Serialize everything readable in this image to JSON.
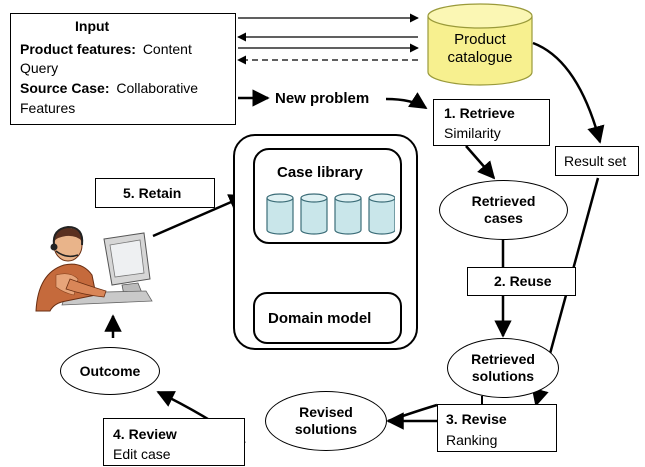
{
  "input_box": {
    "title": "Input",
    "product_features_label": "Product features:",
    "product_features_value": "Content",
    "query": "Query",
    "source_case_label": "Source Case:",
    "source_case_value": "Collaborative",
    "features": "Features"
  },
  "product_catalogue": {
    "line1": "Product",
    "line2": "catalogue"
  },
  "new_problem": "New problem",
  "retrieve": {
    "title": "1. Retrieve",
    "subtitle": "Similarity"
  },
  "result_set": "Result set",
  "retrieved_cases": {
    "line1": "Retrieved",
    "line2": "cases"
  },
  "reuse": "2. Reuse",
  "retrieved_solutions": {
    "line1": "Retrieved",
    "line2": "solutions"
  },
  "revise": {
    "title": "3. Revise",
    "subtitle": "Ranking"
  },
  "revised_solutions": {
    "line1": "Revised",
    "line2": "solutions"
  },
  "review": {
    "title": "4. Review",
    "subtitle": "Edit case"
  },
  "outcome": "Outcome",
  "retain": "5. Retain",
  "case_library": "Case library",
  "domain_model": "Domain model",
  "colors": {
    "cylinder_fill": "#f7f08f",
    "cylinder_stroke": "#9a9a3a",
    "small_db_fill": "#c9e6ea",
    "small_db_stroke": "#3c6d78"
  }
}
